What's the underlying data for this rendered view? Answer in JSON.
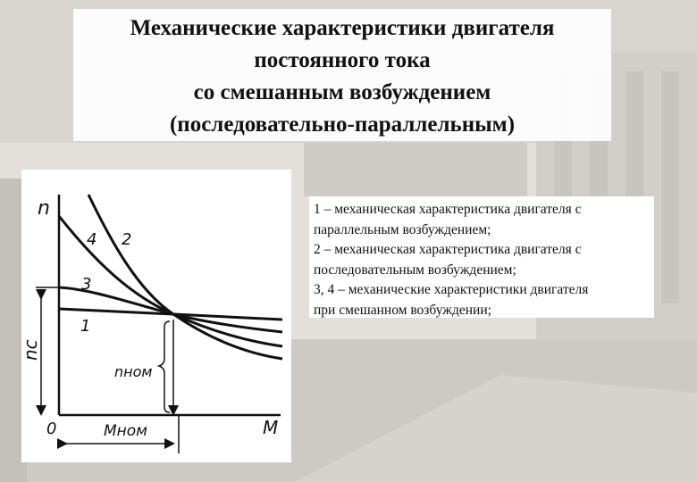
{
  "title": {
    "line1": "Механические характеристики двигателя",
    "line2": "постоянного тока",
    "line3": "со смешанным возбуждением",
    "line4": "(последовательно-параллельным)"
  },
  "diagram": {
    "axis_y_label": "n",
    "axis_x_label": "M",
    "origin_label": "0",
    "nc_label": "nc",
    "n_nom_label": "nном",
    "m_nom_label": "Mном",
    "curve_labels": [
      "1",
      "2",
      "3",
      "4"
    ]
  },
  "legend": {
    "line1": " 1 – механическая характеристика двигателя с",
    "line2": "параллельным возбуждением;",
    "line3": "2 – механическая характеристика двигателя с",
    "line4": "последовательным возбуждением;",
    "line5": "3, 4 – механические характеристики двигателя",
    "line6": "при смешанном возбуждении;"
  },
  "colors": {
    "ink": "#111111",
    "panel": "#ffffff",
    "background": "#d9d6d2"
  }
}
